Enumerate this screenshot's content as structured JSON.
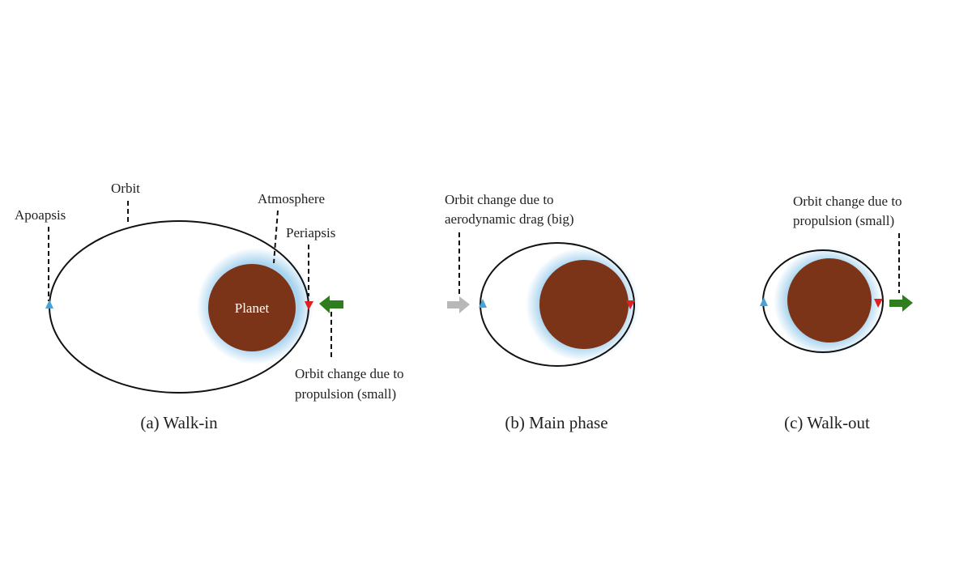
{
  "colors": {
    "planet": "#7b3417",
    "atmosphere": "#a9d4ef",
    "apoapsis_marker": "#4aa3d6",
    "periapsis_marker": "#e02020",
    "propulsion_arrow": "#2f7d1f",
    "drag_arrow": "#b8b8b8"
  },
  "icons": {
    "apoapsis_marker": "blue-triangle-up",
    "periapsis_marker": "red-triangle-down",
    "propulsion_arrow": "green-arrow",
    "drag_arrow": "gray-arrow"
  },
  "panel_a": {
    "caption": "(a) Walk-in",
    "orbit_label": "Orbit",
    "apoapsis_label": "Apoapsis",
    "atmosphere_label": "Atmosphere",
    "periapsis_label": "Periapsis",
    "planet_label": "Planet",
    "propulsion_note_line1": "Orbit change due to",
    "propulsion_note_line2": "propulsion (small)"
  },
  "panel_b": {
    "caption": "(b) Main phase",
    "drag_note_line1": "Orbit change due to",
    "drag_note_line2": "aerodynamic drag (big)"
  },
  "panel_c": {
    "caption": "(c) Walk-out",
    "propulsion_note_line1": "Orbit change due to",
    "propulsion_note_line2": "propulsion (small)"
  }
}
